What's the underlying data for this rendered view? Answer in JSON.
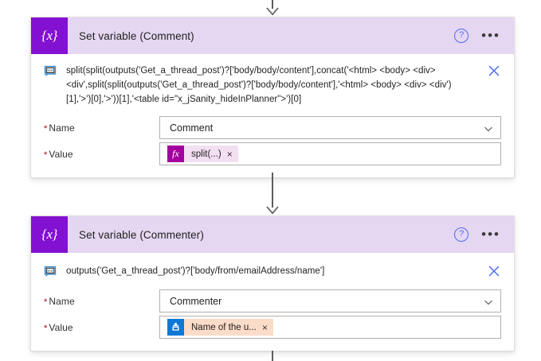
{
  "flow": {
    "cards": [
      {
        "id": "set-variable-comment",
        "icon_glyph": "{x}",
        "icon_name": "variable-icon",
        "title": "Set variable (Comment)",
        "help_glyph": "?",
        "more_glyph": "•••",
        "expression": "split(split(outputs('Get_a_thread_post')?['body/body/content'],concat('<html> <body> <div> <div',split(split(outputs('Get_a_thread_post')?['body/body/content'],'<html> <body> <div>  <div')[1],'>')[0],'>'))[1],'<table id=\"x_jSanity_hideInPlanner\">')[0]",
        "fields": [
          {
            "label": "Name",
            "required_mark": "*",
            "control": "dropdown",
            "value": "Comment"
          },
          {
            "label": "Value",
            "required_mark": "*",
            "control": "token",
            "token_kind": "expression",
            "token_icon": "fx",
            "token_text": "split(...)",
            "token_remove": "×"
          }
        ]
      },
      {
        "id": "set-variable-commenter",
        "icon_glyph": "{x}",
        "icon_name": "variable-icon",
        "title": "Set variable (Commenter)",
        "help_glyph": "?",
        "more_glyph": "•••",
        "expression": "outputs('Get_a_thread_post')?['body/from/emailAddress/name']",
        "fields": [
          {
            "label": "Name",
            "required_mark": "*",
            "control": "dropdown",
            "value": "Commenter"
          },
          {
            "label": "Value",
            "required_mark": "*",
            "control": "token",
            "token_kind": "dynamic-content",
            "token_icon": "office-365-outlook",
            "token_text": "Name of the u...",
            "token_remove": "×"
          }
        ]
      }
    ]
  },
  "colors": {
    "card_header_bg": "#e5d7f2",
    "variable_icon_bg": "#8311d1",
    "expression_token_bg": "#a4009e",
    "expression_token_chip_bg": "#f3dff2",
    "dynamic_token_icon_bg": "#0f78d4",
    "dynamic_token_chip_bg": "#fbdcc9",
    "connector": "#605e5c",
    "required_asterisk": "#a80000",
    "help_icon": "#4f6bed",
    "close_icon": "#4f6bed"
  },
  "connectors": [
    {
      "name": "connector-top",
      "has_arrowhead": true
    },
    {
      "name": "connector-between-cards",
      "has_arrowhead": true
    },
    {
      "name": "connector-bottom",
      "has_arrowhead": false
    }
  ]
}
